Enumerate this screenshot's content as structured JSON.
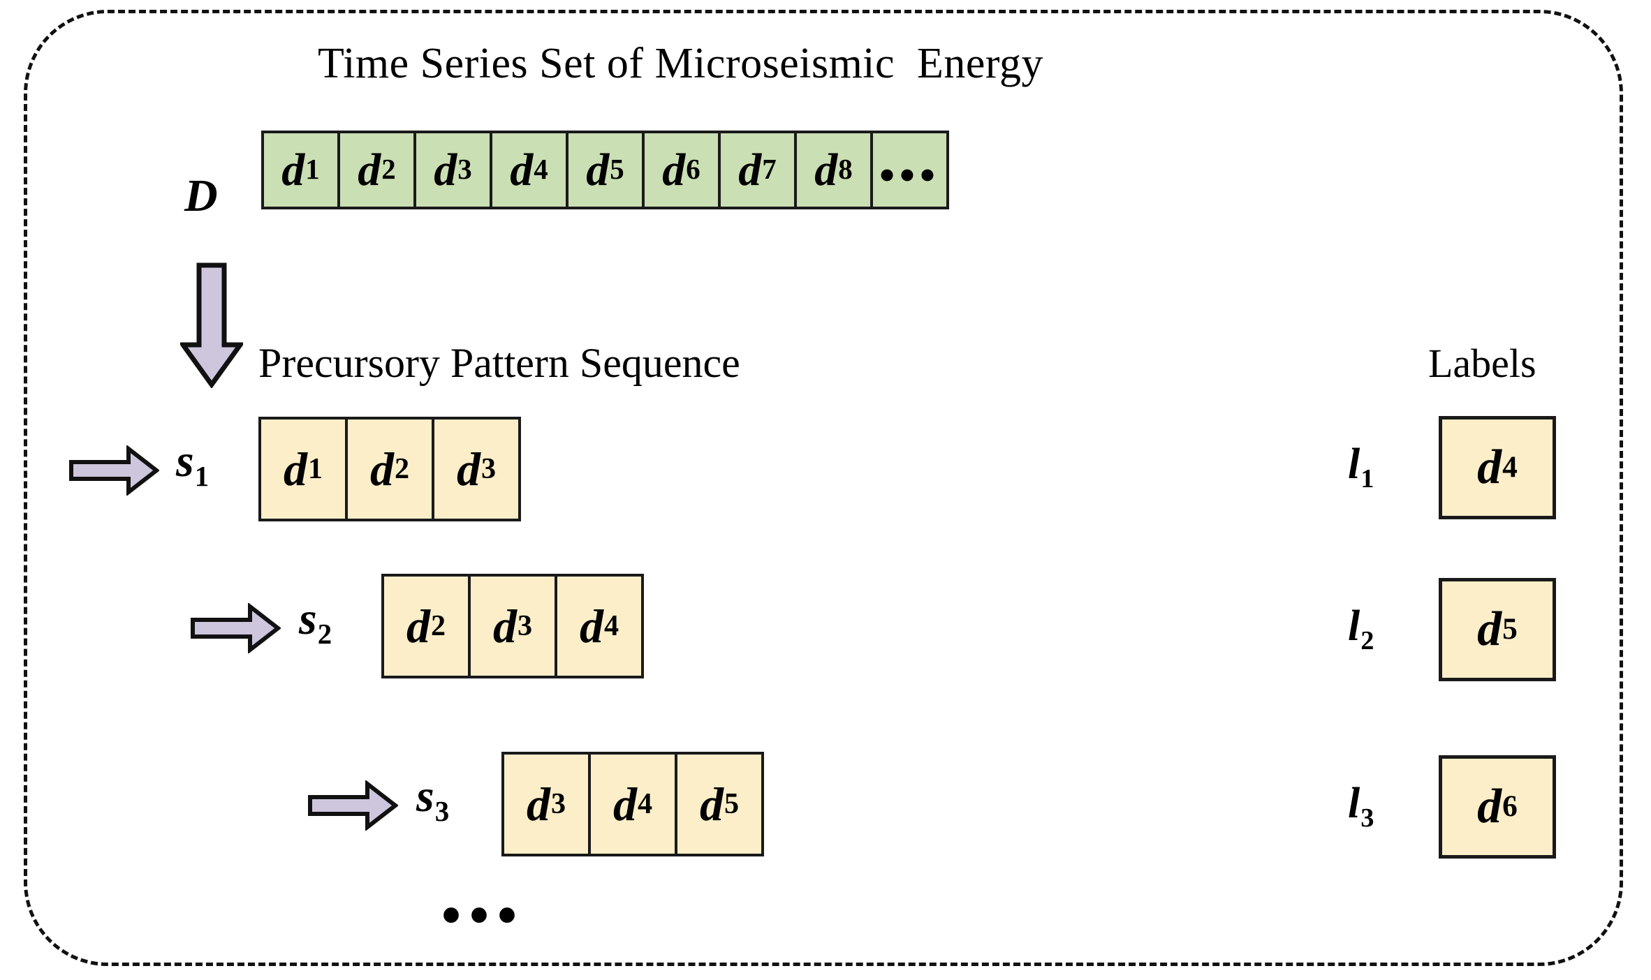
{
  "figure": {
    "frame_style": "dashed-rounded-rectangle",
    "background_color": "#ffffff",
    "border_color": "#111111"
  },
  "colors": {
    "series_cell_fill": "#cadfb3",
    "sequence_cell_fill": "#fbeec9",
    "cell_border": "#1a1a1a",
    "arrow_fill": "#cdc6dd",
    "arrow_border": "#111111"
  },
  "titles": {
    "series_title": "Time Series Set of Microseismic  Energy",
    "sequence_title": "Precursory Pattern Sequence",
    "labels_title": "Labels"
  },
  "series": {
    "name": "D",
    "cells": [
      {
        "base": "d",
        "sub": "1"
      },
      {
        "base": "d",
        "sub": "2"
      },
      {
        "base": "d",
        "sub": "3"
      },
      {
        "base": "d",
        "sub": "4"
      },
      {
        "base": "d",
        "sub": "5"
      },
      {
        "base": "d",
        "sub": "6"
      },
      {
        "base": "d",
        "sub": "7"
      },
      {
        "base": "d",
        "sub": "8"
      },
      {
        "ellipsis": "•••"
      }
    ]
  },
  "sequences": [
    {
      "name": "s",
      "sub": "1",
      "cells": [
        {
          "base": "d",
          "sub": "1"
        },
        {
          "base": "d",
          "sub": "2"
        },
        {
          "base": "d",
          "sub": "3"
        }
      ],
      "label": {
        "base": "l",
        "sub": "1"
      },
      "label_value": {
        "base": "d",
        "sub": "4"
      }
    },
    {
      "name": "s",
      "sub": "2",
      "cells": [
        {
          "base": "d",
          "sub": "2"
        },
        {
          "base": "d",
          "sub": "3"
        },
        {
          "base": "d",
          "sub": "4"
        }
      ],
      "label": {
        "base": "l",
        "sub": "2"
      },
      "label_value": {
        "base": "d",
        "sub": "5"
      }
    },
    {
      "name": "s",
      "sub": "3",
      "cells": [
        {
          "base": "d",
          "sub": "3"
        },
        {
          "base": "d",
          "sub": "4"
        },
        {
          "base": "d",
          "sub": "5"
        }
      ],
      "label": {
        "base": "l",
        "sub": "3"
      },
      "label_value": {
        "base": "d",
        "sub": "6"
      }
    }
  ],
  "continuation": {
    "ellipsis": "•••"
  },
  "icons": {
    "down_arrow": "arrow-down-icon",
    "right_arrow": "arrow-right-icon"
  }
}
